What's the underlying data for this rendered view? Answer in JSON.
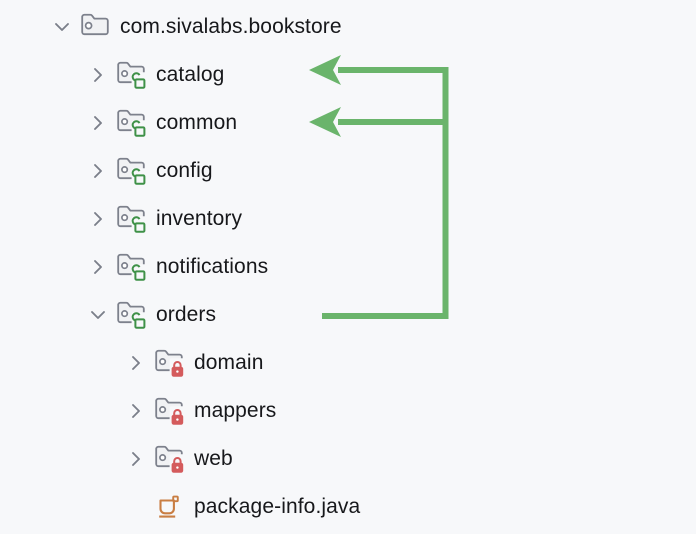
{
  "app": {
    "name": "project-tree-panel",
    "description": "IDE project tree of java packages with annotation arrows"
  },
  "colors": {
    "background": "#f7f8fa",
    "text": "#17181b",
    "chevron": "#7b7f8a",
    "folder_stroke": "#7d818c",
    "folder_fill": "#f1f2f4",
    "lock_green": "#3f9148",
    "lock_red": "#d45b5c",
    "arrow_green": "#6ab46b",
    "java_orange": "#c97e43"
  },
  "tree": {
    "items": [
      {
        "label": "com.sivalabs.bookstore",
        "level": 0,
        "chevron": "down",
        "icon": "package"
      },
      {
        "label": "catalog",
        "level": 1,
        "chevron": "right",
        "icon": "package-unlocked"
      },
      {
        "label": "common",
        "level": 1,
        "chevron": "right",
        "icon": "package-unlocked"
      },
      {
        "label": "config",
        "level": 1,
        "chevron": "right",
        "icon": "package-unlocked"
      },
      {
        "label": "inventory",
        "level": 1,
        "chevron": "right",
        "icon": "package-unlocked"
      },
      {
        "label": "notifications",
        "level": 1,
        "chevron": "right",
        "icon": "package-unlocked"
      },
      {
        "label": "orders",
        "level": 1,
        "chevron": "down",
        "icon": "package-unlocked"
      },
      {
        "label": "domain",
        "level": 2,
        "chevron": "right",
        "icon": "package-locked"
      },
      {
        "label": "mappers",
        "level": 2,
        "chevron": "right",
        "icon": "package-locked"
      },
      {
        "label": "web",
        "level": 2,
        "chevron": "right",
        "icon": "package-locked"
      },
      {
        "label": "package-info.java",
        "level": 2,
        "chevron": "none",
        "icon": "java-file"
      }
    ]
  },
  "annotation": {
    "meaning": "arrows drawn from orders package pointing to catalog and common packages",
    "color": "#6ab46b",
    "from_label": "orders",
    "to_labels": [
      "catalog",
      "common"
    ]
  }
}
